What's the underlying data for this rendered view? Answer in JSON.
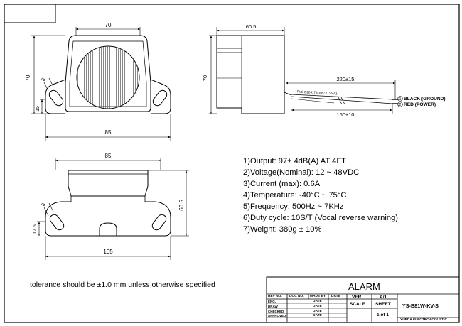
{
  "drawing": {
    "top_view": {
      "width": "70",
      "height": "70",
      "hole_angle": "8",
      "hole_offset": "15",
      "base_width": "85"
    },
    "side_view": {
      "depth": "60.5",
      "height": "70",
      "cable_total": "220±15",
      "cable_strip": "150±10",
      "cable_print": "PVC E224175 105° C VW-1",
      "wire_black": "BLACK (GROUND)",
      "wire_red": "RED (POWER)",
      "wire_num_1": "1",
      "wire_num_2": "2"
    },
    "front_view": {
      "top_width": "85",
      "height": "60.5",
      "hole_angle": "8",
      "hole_offset": "17.5",
      "base_width": "105"
    }
  },
  "specs": [
    "1)Output: 97± 4dB(A) AT 4FT",
    "2)Voltage(Nominal): 12 ~ 48VDC",
    "3)Current (max): 0.6A",
    "4)Temperature: -40°C ~  75°C",
    "5)Frequency: 500Hz ~ 7KHz",
    "6)Duty cycle:  10S/T (Vocal reverse warning)",
    "7)Weight: 380g ± 10%"
  ],
  "tolerance_note": "tolerance should be ±1.0 mm unless otherwise specified",
  "title_block": {
    "title": "ALARM",
    "headers": [
      "REV NO.",
      "DOC NO.",
      "MADE BY",
      "DATE"
    ],
    "rows": [
      "ENG.",
      "DRAW",
      "CHECKED",
      "APPROVED"
    ],
    "date_label": "DATE",
    "ver_label": "VER.",
    "ver_value": "A/1",
    "scale_label": "SCALE",
    "sheet_label": "SHEET",
    "sheet_value": "1 of 1",
    "part_no": "YS-B81W-KV-S",
    "company": "YUEDA ELECTROACOUSTIC"
  }
}
